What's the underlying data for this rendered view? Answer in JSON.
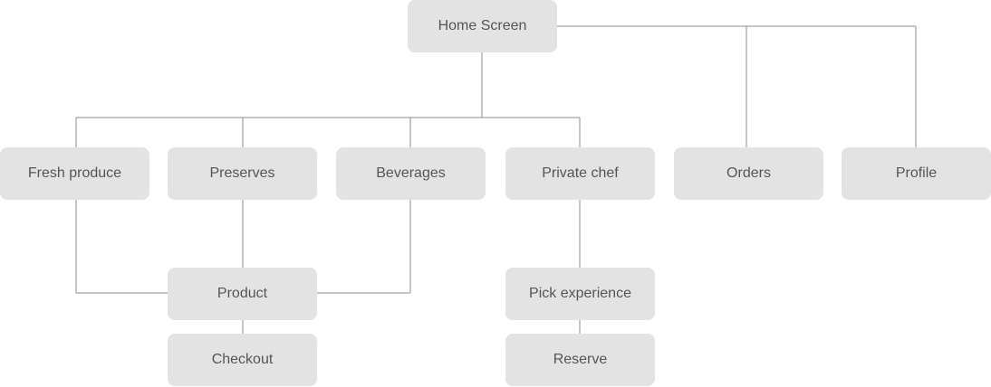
{
  "sitemap": {
    "home": "Home Screen",
    "fresh_produce": "Fresh produce",
    "preserves": "Preserves",
    "beverages": "Beverages",
    "private_chef": "Private chef",
    "orders": "Orders",
    "profile": "Profile",
    "product": "Product",
    "checkout": "Checkout",
    "pick_experience": "Pick experience",
    "reserve": "Reserve"
  },
  "colors": {
    "node_fill": "#e3e3e3",
    "node_text": "#555555",
    "connector": "#8c8c8c"
  }
}
